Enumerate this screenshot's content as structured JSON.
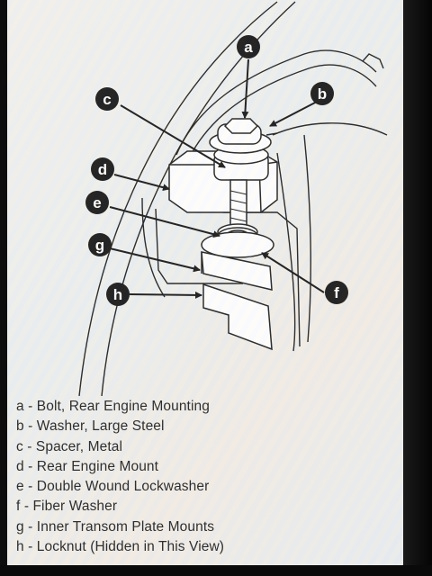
{
  "callouts": [
    {
      "letter": "a",
      "description": "Bolt, Rear Engine Mounting"
    },
    {
      "letter": "b",
      "description": "Washer, Large Steel"
    },
    {
      "letter": "c",
      "description": "Spacer, Metal"
    },
    {
      "letter": "d",
      "description": "Rear Engine Mount"
    },
    {
      "letter": "e",
      "description": "Double Wound Lockwasher"
    },
    {
      "letter": "f",
      "description": "Fiber Washer"
    },
    {
      "letter": "g",
      "description": "Inner Transom Plate Mounts"
    },
    {
      "letter": "h",
      "description": "Locknut (Hidden in This View)"
    }
  ],
  "legend": [
    "a - Bolt, Rear Engine Mounting",
    "b - Washer, Large Steel",
    "c - Spacer, Metal",
    "d - Rear Engine Mount",
    "e - Double Wound Lockwasher",
    "f - Fiber Washer",
    "g - Inner Transom Plate Mounts",
    "h - Locknut (Hidden in This View)"
  ],
  "colors": {
    "ink": "#1a1a1a",
    "callout_fill": "#111111",
    "callout_text": "#ffffff",
    "paper": "#f0eeeb"
  }
}
